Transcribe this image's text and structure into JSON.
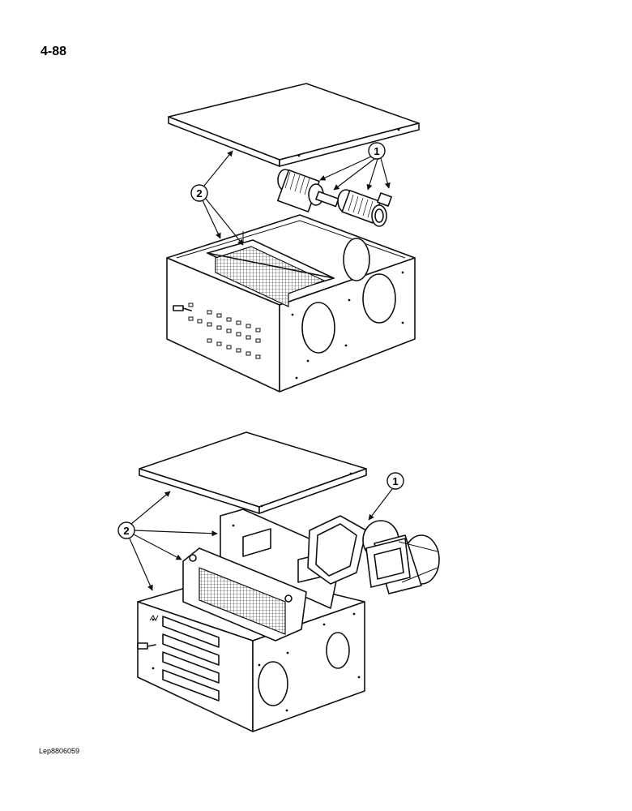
{
  "page": {
    "number": "4-88",
    "reference_code": "Lep8806059"
  },
  "upper_assembly": {
    "callouts": [
      {
        "label": "1"
      },
      {
        "label": "2"
      }
    ]
  },
  "lower_assembly": {
    "callouts": [
      {
        "label": "1"
      },
      {
        "label": "2"
      }
    ]
  }
}
